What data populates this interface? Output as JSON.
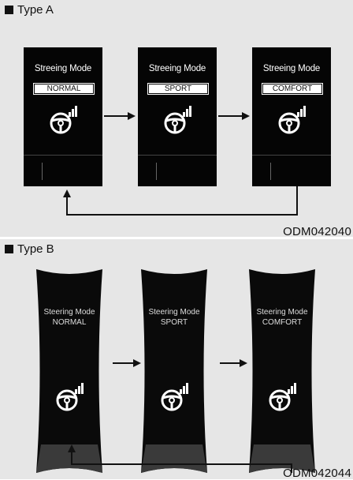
{
  "type_a": {
    "label": "Type A",
    "code": "ODM042040",
    "panels": [
      {
        "title": "Streeing Mode",
        "mode": "NORMAL"
      },
      {
        "title": "Streeing Mode",
        "mode": "SPORT"
      },
      {
        "title": "Streeing Mode",
        "mode": "COMFORT"
      }
    ]
  },
  "type_b": {
    "label": "Type B",
    "code": "ODM042044",
    "panels": [
      {
        "title": "Steering Mode",
        "mode": "NORMAL"
      },
      {
        "title": "Steering Mode",
        "mode": "SPORT"
      },
      {
        "title": "Steering Mode",
        "mode": "COMFORT"
      }
    ]
  },
  "colors": {
    "background": "#e6e6e6",
    "panel": "#050505",
    "arrow": "#111111"
  },
  "icons": [
    "steering-wheel-icon",
    "square-bullet-icon",
    "arrow-icon"
  ]
}
